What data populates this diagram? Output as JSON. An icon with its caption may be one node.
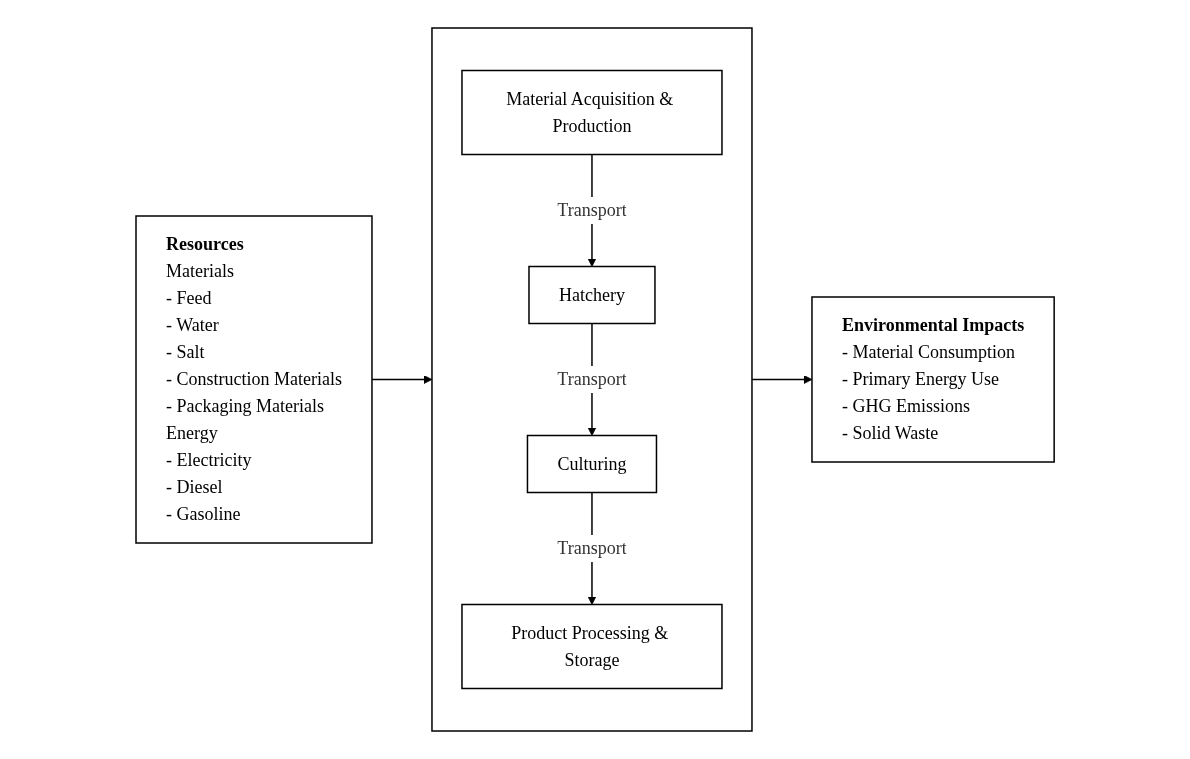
{
  "diagram": {
    "nodes": [
      {
        "text": [
          "Resources",
          "Materials",
          "- Feed",
          "- Water",
          "- Salt",
          "- Construction Materials",
          "- Packaging Materials",
          "Energy",
          "- Electricity",
          "- Diesel",
          "- Gasoline"
        ]
      },
      {
        "text": [],
        "shape": "box"
      },
      {
        "text": [
          "Material Acquisition & Production"
        ],
        "in": 1
      },
      {
        "text": [
          "Hatchery"
        ],
        "in": 1
      },
      {
        "text": [
          "Culturing"
        ],
        "in": 1
      },
      {
        "text": [
          "Product Processing & Storage"
        ],
        "in": 1
      },
      {
        "text": [
          "Environmental Impacts",
          "- Material Consumption",
          "- Primary Energy Use",
          "- GHG Emissions",
          "- Solid Waste"
        ]
      }
    ],
    "edges": [
      {
        "from": 0,
        "to": 1,
        "arrow": "to"
      },
      {
        "from": 2,
        "to": 3,
        "arrow": "to",
        "label": "Transport"
      },
      {
        "from": 3,
        "to": 4,
        "arrow": "to",
        "label": "Transport"
      },
      {
        "from": 4,
        "to": 5,
        "arrow": "to",
        "label": "Transport"
      },
      {
        "from": 1,
        "to": 6,
        "arrow": "to"
      }
    ]
  }
}
